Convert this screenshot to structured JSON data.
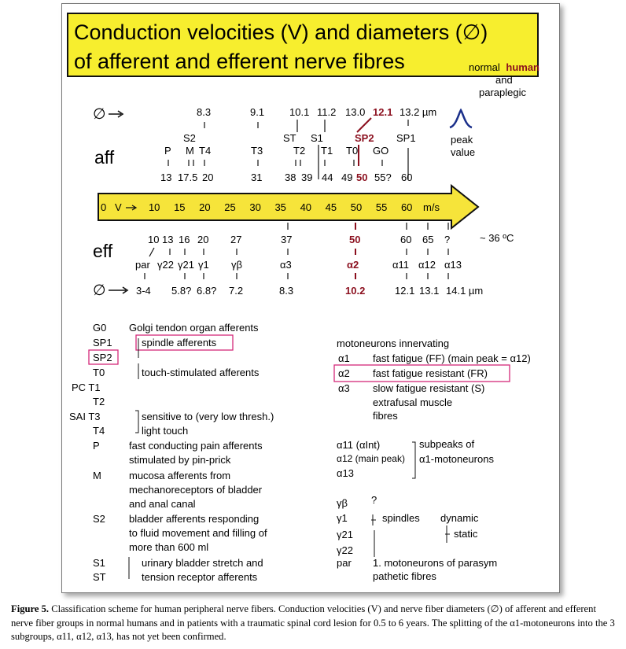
{
  "title": {
    "line1": "Conduction velocities (V) and diameters (∅)",
    "line2": "of afferent and efferent nerve fibres"
  },
  "side_note": {
    "line1": "normal",
    "line1_emph": "human",
    "line2": "and",
    "line3": "paraplegic"
  },
  "peak_label": {
    "line1": "peak",
    "line2": "value"
  },
  "aff_label": "aff",
  "eff_label": "eff",
  "diameter_symbol": "∅",
  "temperature": "~ 36 ºC",
  "axis": {
    "start_label": "0",
    "v_label": "V",
    "unit": "m/s",
    "ticks": [
      10,
      15,
      20,
      25,
      30,
      35,
      40,
      45,
      50,
      55,
      60
    ],
    "range": [
      0,
      67
    ]
  },
  "afferent": {
    "diameters": [
      "8.3",
      "9.1",
      "10.1",
      "11.2",
      "13.0",
      "12.1",
      "13.2 µm"
    ],
    "names": [
      "S2",
      "P",
      "M",
      "T4",
      "T3",
      "ST",
      "S1",
      "T2",
      "T1",
      "T0",
      "SP2",
      "GO",
      "SP1"
    ],
    "velocities": [
      "13",
      "17.5",
      "20",
      "31",
      "38",
      "39",
      "44",
      "49",
      "50",
      "55?",
      "60"
    ]
  },
  "efferent": {
    "velocities": [
      "10",
      "13",
      "16",
      "20",
      "27",
      "37",
      "50",
      "60",
      "65",
      "?"
    ],
    "names": [
      "par",
      "γ22",
      "γ21",
      "γ1",
      "γβ",
      "α3",
      "α2",
      "α11",
      "α12",
      "α13"
    ],
    "diameters": [
      "3-4",
      "5.8?",
      "6.8?",
      "7.2",
      "8.3",
      "10.2",
      "12.1",
      "13.1",
      "14.1 µm"
    ]
  },
  "legend_left": [
    {
      "code": "G0",
      "text": "Golgi tendon organ afferents"
    },
    {
      "code": "SP1",
      "text": "spindle afferents"
    },
    {
      "code": "SP2",
      "text": ""
    },
    {
      "code": "T0",
      "text": "touch-stimulated afferents"
    },
    {
      "code": "PC T1",
      "text": ""
    },
    {
      "code": "T2",
      "text": ""
    },
    {
      "code": "SAI T3",
      "text": "sensitive to (very low thresh.)"
    },
    {
      "code": "T4",
      "text": "light touch"
    },
    {
      "code": "P",
      "text": "fast conducting pain afferents"
    },
    {
      "code": "",
      "text": "stimulated by pin-prick"
    },
    {
      "code": "M",
      "text": "mucosa afferents from"
    },
    {
      "code": "",
      "text": "mechanoreceptors of bladder"
    },
    {
      "code": "",
      "text": "and anal canal"
    },
    {
      "code": "S2",
      "text": "bladder afferents responding"
    },
    {
      "code": "",
      "text": "to fluid movement and filling of"
    },
    {
      "code": "",
      "text": "more than 600 ml"
    },
    {
      "code": "S1",
      "text": "urinary bladder stretch and"
    },
    {
      "code": "ST",
      "text": "tension receptor afferents"
    }
  ],
  "legend_right": {
    "heading": "motoneurons innervating",
    "alpha": [
      {
        "code": "α1",
        "text": "fast fatigue (FF) (main peak = α12)"
      },
      {
        "code": "α2",
        "text": "fast fatigue resistant (FR)"
      },
      {
        "code": "α3",
        "text": "slow fatigue resistant (S)"
      },
      {
        "code": "",
        "text": "extrafusal muscle"
      },
      {
        "code": "",
        "text": "fibres"
      }
    ],
    "subpeaks": {
      "codes": [
        "α11 (αInt)",
        "α12 (main peak)",
        "α13"
      ],
      "text1": "subpeaks of",
      "text2": "α1-motoneurons"
    },
    "gamma": {
      "codes": [
        "γβ",
        "γ1",
        "γ21",
        "γ22",
        "par"
      ],
      "q": "?",
      "spindles": "spindles",
      "dynamic": "dynamic",
      "static": "static",
      "para1": "1. motoneurons of parasym",
      "para2": "pathetic fibres"
    }
  },
  "caption": {
    "label": "Figure 5.",
    "text": "Classification scheme for human peripheral nerve fibers. Conduction velocities (V) and nerve fiber diameters (∅) of afferent and efferent nerve fiber groups in normal humans and in patients with a traumatic spinal cord lesion for 0.5 to 6 years. The splitting of the α1-motoneurons into the 3 subgroups, α11, α12, α13, has not yet been confirmed."
  },
  "colors": {
    "title_bg": "#f7ee2e",
    "axis_fill": "#f6e43a",
    "highlight": "#8b0f1e",
    "box": "#d4287a"
  }
}
